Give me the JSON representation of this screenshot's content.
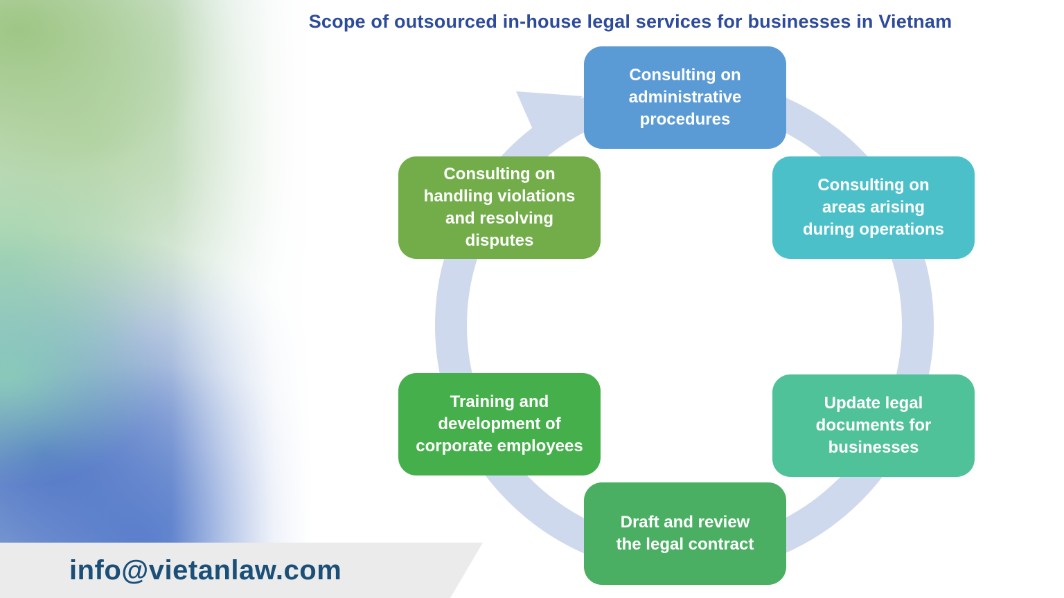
{
  "title": "Scope of outsourced in-house legal services for businesses in Vietnam",
  "title_color": "#2D4B9B",
  "cycle": {
    "direction": "clockwise",
    "ring_color": "#cfd9ee",
    "nodes": [
      {
        "id": "consulting-administrative",
        "label": "Consulting on\nadministrative\nprocedures",
        "color": "#5B9BD5"
      },
      {
        "id": "consulting-operations",
        "label": "Consulting on\nareas arising\nduring operations",
        "color": "#4BC0C9"
      },
      {
        "id": "update-legal-documents",
        "label": "Update legal\ndocuments for\nbusinesses",
        "color": "#50C29A"
      },
      {
        "id": "draft-review-contract",
        "label": "Draft and review\nthe legal contract",
        "color": "#4AAF62"
      },
      {
        "id": "training-development",
        "label": "Training and\ndevelopment of\ncorporate employees",
        "color": "#45B04B"
      },
      {
        "id": "handling-violations",
        "label": "Consulting on\nhandling violations\nand resolving\ndisputes",
        "color": "#72AD4A"
      }
    ]
  },
  "footer": {
    "email": "info@vietanlaw.com",
    "bar_color": "#ebebeb",
    "text_color": "#1B4F78"
  }
}
